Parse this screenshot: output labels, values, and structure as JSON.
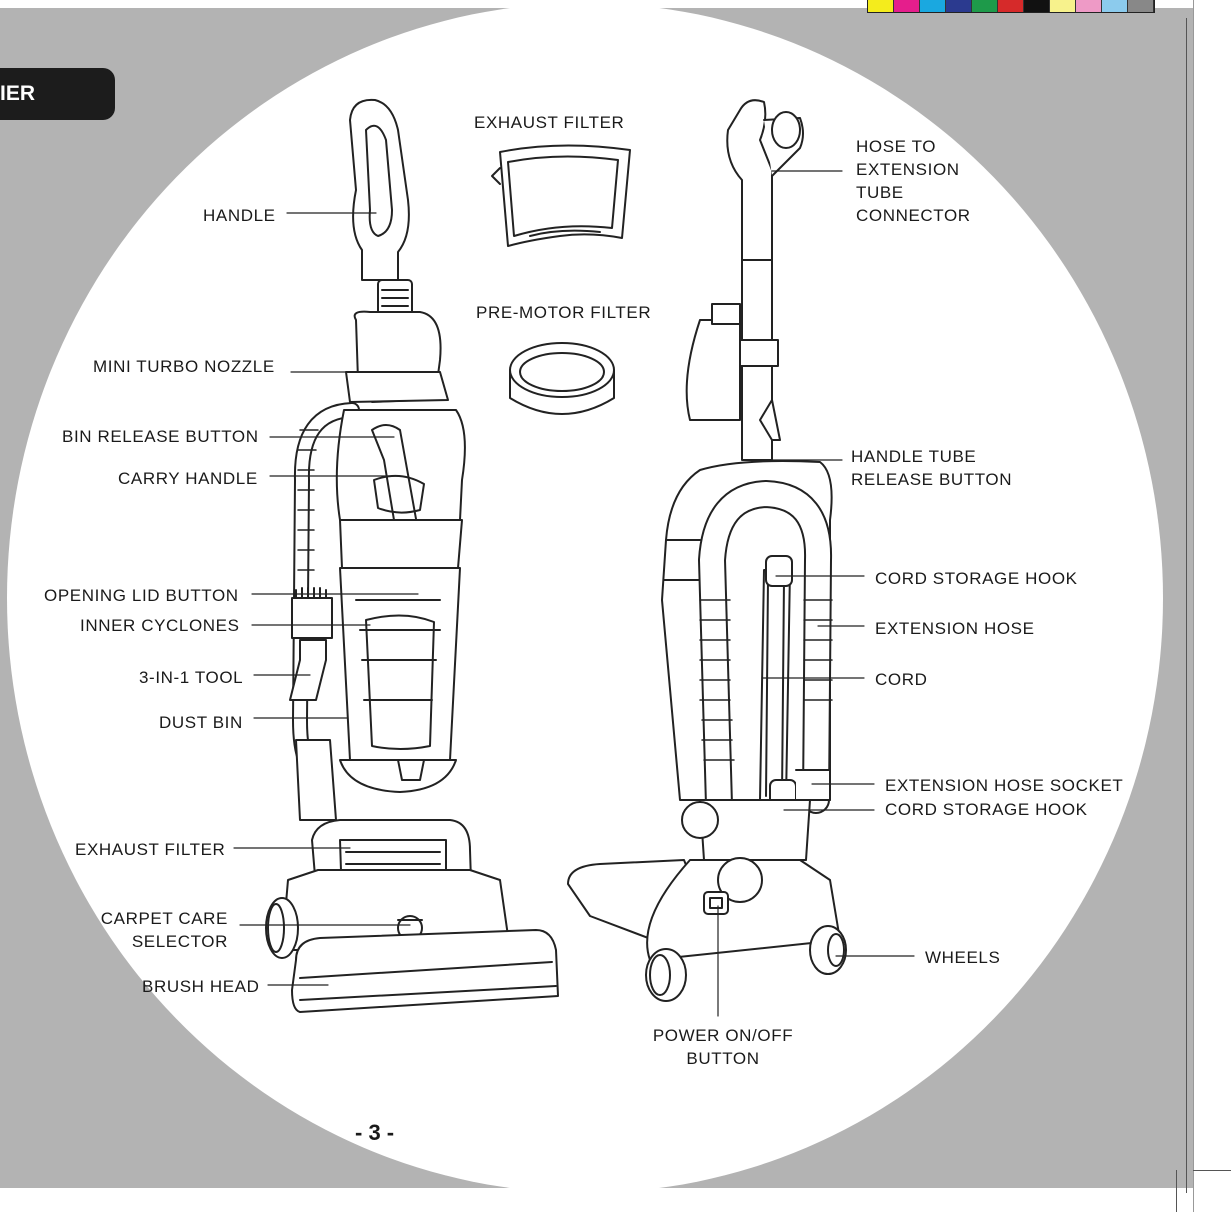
{
  "header_tab": {
    "text": "IER"
  },
  "page_number": "- 3 -",
  "colors": {
    "registration_swatches": [
      "#f4ec1c",
      "#e51e8c",
      "#1aa8e0",
      "#2b3a8f",
      "#1e9a4a",
      "#d62a2a",
      "#111111",
      "#f7f28c",
      "#ee9ac6",
      "#8ccbed",
      "#888888"
    ]
  },
  "labels": {
    "handle": "HANDLE",
    "mini_turbo_nozzle": "MINI TURBO NOZZLE",
    "bin_release_button": "BIN RELEASE BUTTON",
    "carry_handle": "CARRY HANDLE",
    "opening_lid_button": "OPENING LID BUTTON",
    "inner_cyclones": "INNER CYCLONES",
    "three_in_one_tool": "3-IN-1 TOOL",
    "dust_bin": "DUST BIN",
    "exhaust_filter_left": "EXHAUST FILTER",
    "carpet_care_selector": [
      "CARPET CARE",
      "SELECTOR"
    ],
    "brush_head": "BRUSH HEAD",
    "exhaust_filter_top": "EXHAUST FILTER",
    "pre_motor_filter": "PRE-MOTOR FILTER",
    "hose_to_extension": [
      "HOSE TO",
      "EXTENSION",
      "TUBE",
      "CONNECTOR"
    ],
    "handle_tube_release": [
      "HANDLE TUBE",
      "RELEASE BUTTON"
    ],
    "cord_storage_hook_top": "CORD STORAGE HOOK",
    "extension_hose": "EXTENSION HOSE",
    "cord": "CORD",
    "extension_hose_socket": "EXTENSION HOSE SOCKET",
    "cord_storage_hook_bottom": "CORD STORAGE HOOK",
    "wheels": "WHEELS",
    "power_button": [
      "POWER ON/OFF",
      "BUTTON"
    ]
  }
}
